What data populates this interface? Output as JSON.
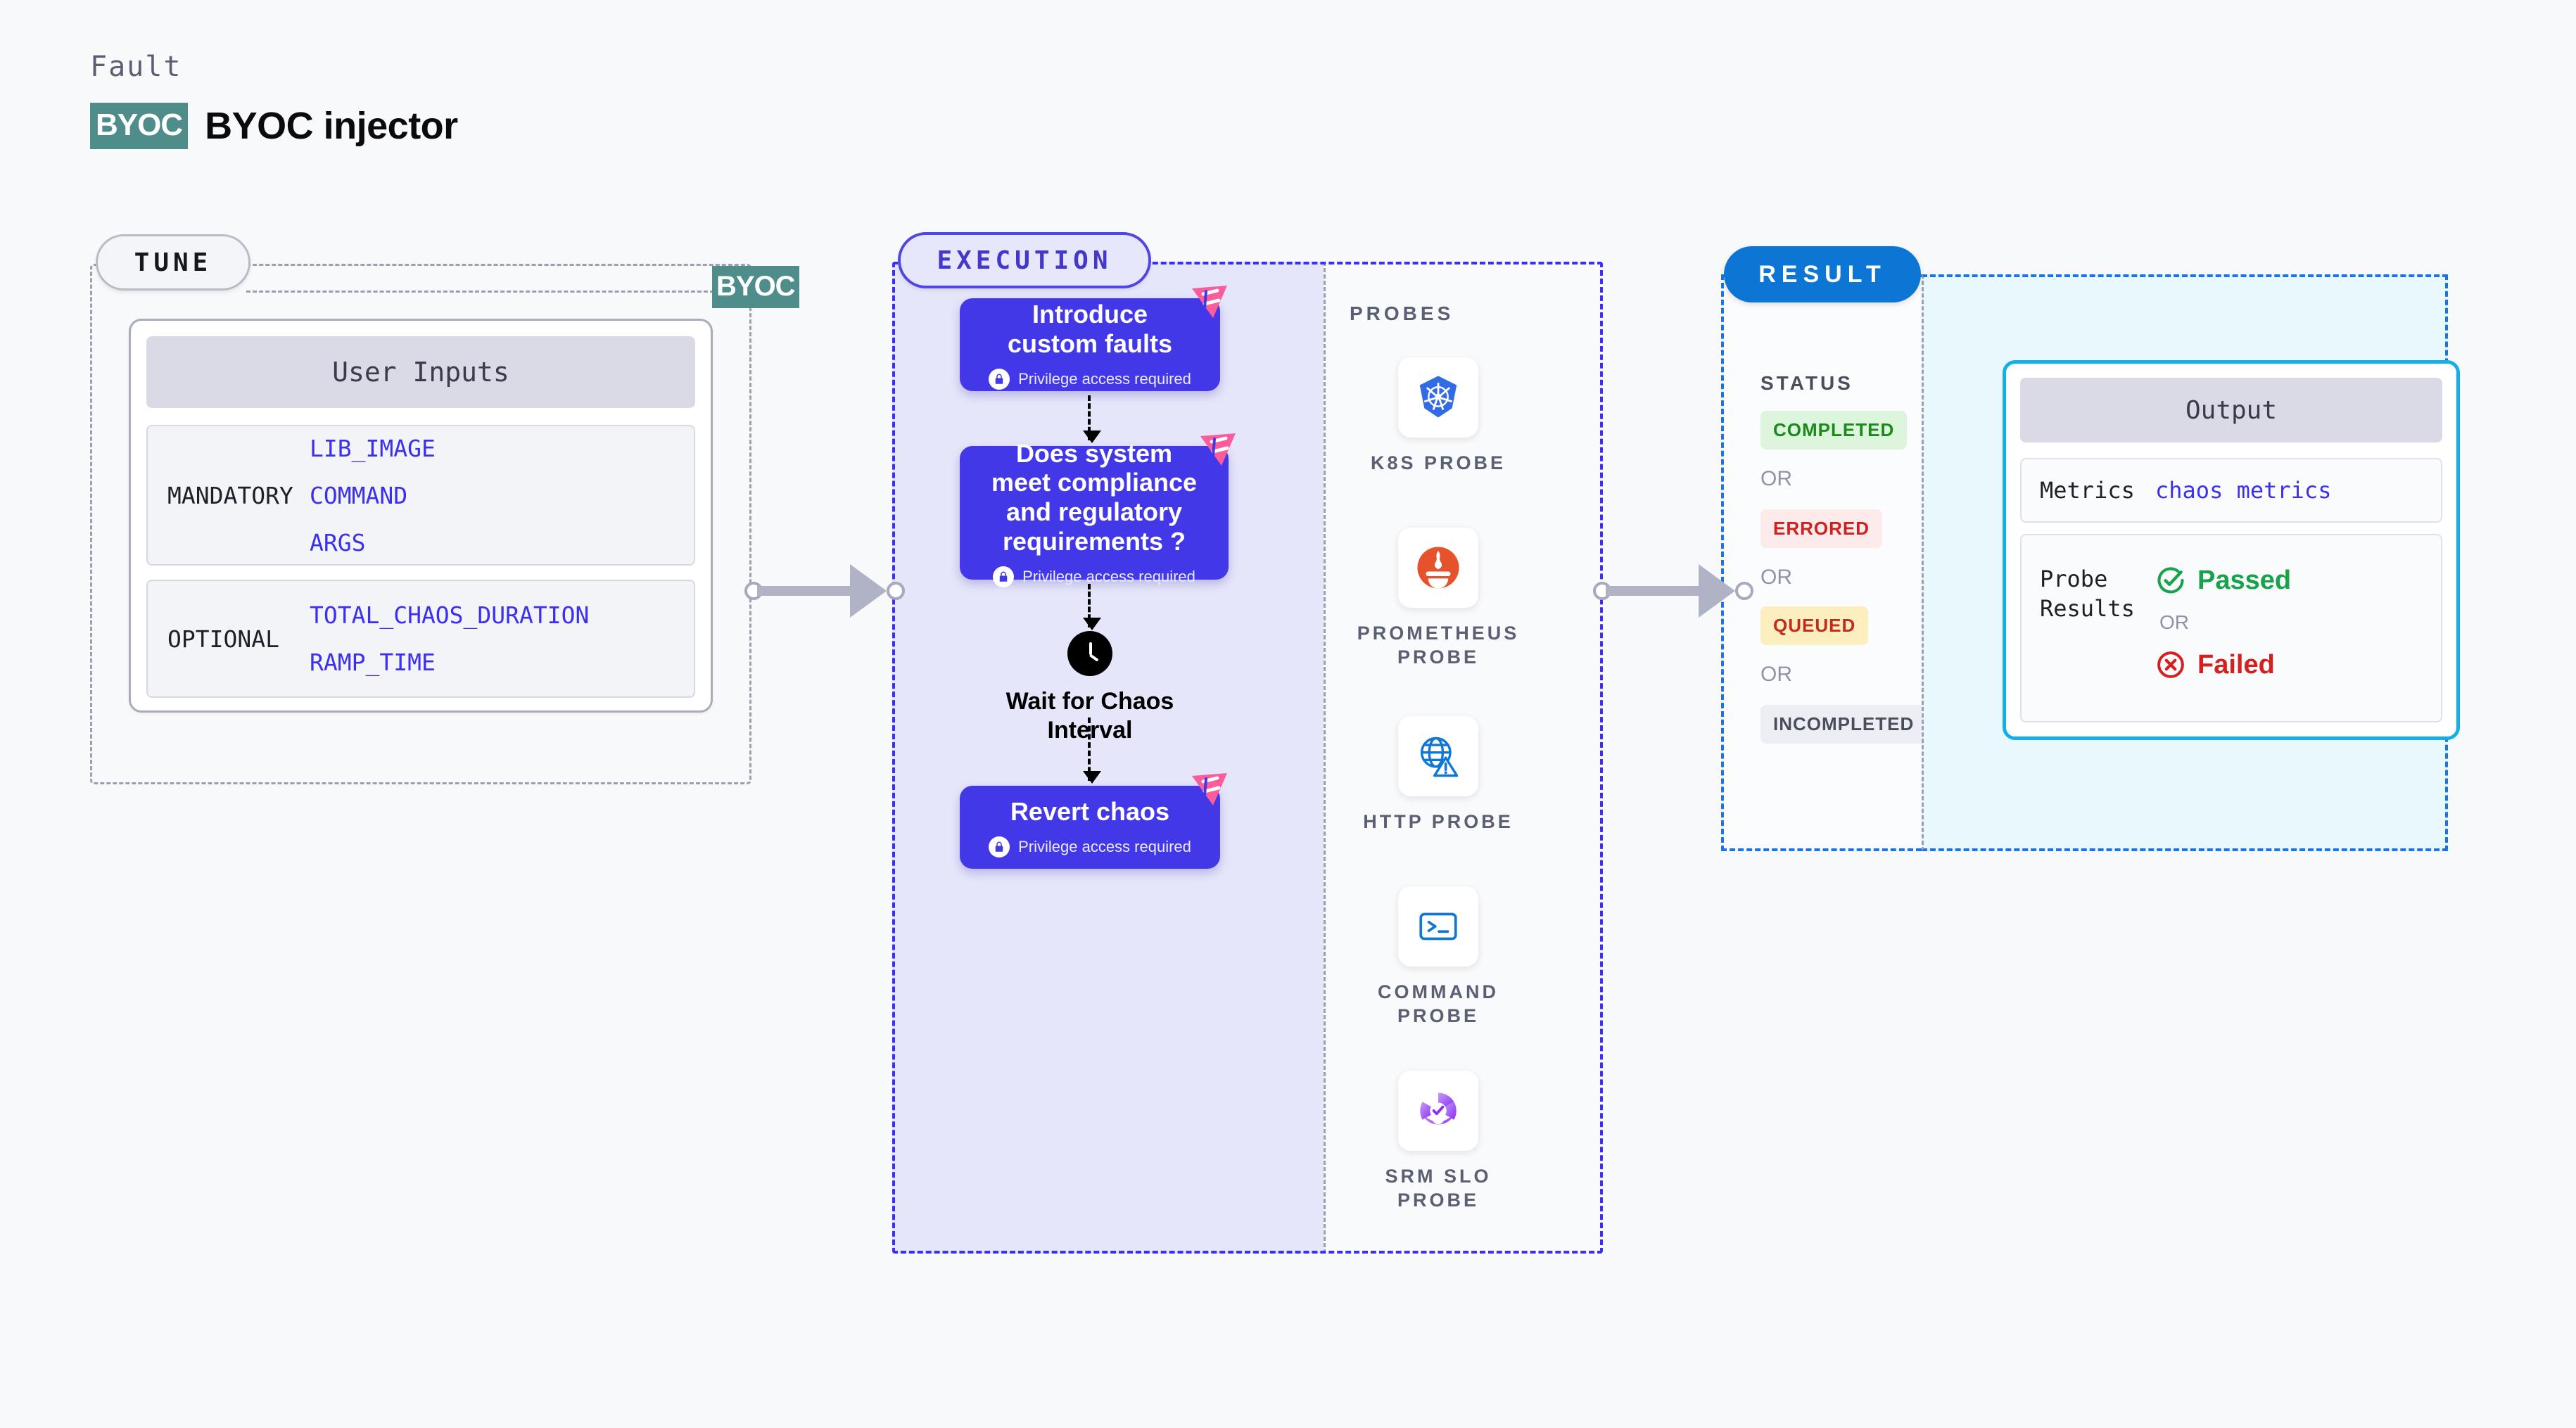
{
  "header": {
    "kicker": "Fault",
    "chip": "BYOC",
    "title": "BYOC injector"
  },
  "tune": {
    "badge": "TUNE",
    "byoc_chip": "BYOC",
    "card_header": "User Inputs",
    "groups": [
      {
        "label": "MANDATORY",
        "values": [
          "LIB_IMAGE",
          "COMMAND",
          "ARGS"
        ]
      },
      {
        "label": "OPTIONAL",
        "values": [
          "TOTAL_CHAOS_DURATION",
          "RAMP_TIME"
        ]
      }
    ]
  },
  "execution": {
    "badge": "EXECUTION",
    "privilege_note": "Privilege access required",
    "nodes": [
      {
        "title": "Introduce custom faults",
        "sub": "Privilege access required"
      },
      {
        "title": "Does system meet compliance and regulatory requirements ?",
        "sub": "Privilege access required"
      },
      {
        "title": "Revert chaos",
        "sub": "Privilege access required"
      }
    ],
    "wait_node": {
      "label": "Wait for Chaos Interval",
      "icon": "clock-icon"
    }
  },
  "probes": {
    "title": "PROBES",
    "items": [
      {
        "label": "K8S PROBE",
        "icon": "kubernetes-icon"
      },
      {
        "label": "PROMETHEUS PROBE",
        "icon": "prometheus-icon"
      },
      {
        "label": "HTTP PROBE",
        "icon": "http-globe-icon"
      },
      {
        "label": "COMMAND PROBE",
        "icon": "terminal-icon"
      },
      {
        "label": "SRM SLO PROBE",
        "icon": "srm-slo-icon"
      }
    ]
  },
  "result": {
    "badge": "RESULT",
    "status_title": "STATUS",
    "or_text": "OR",
    "statuses": [
      {
        "label": "COMPLETED",
        "color": "#1a8a1a",
        "bg": "#ddf5dd"
      },
      {
        "label": "ERRORED",
        "color": "#cf2020",
        "bg": "#fdeaea"
      },
      {
        "label": "QUEUED",
        "color": "#c42b1c",
        "bg": "#fdeec0"
      },
      {
        "label": "INCOMPLETED",
        "color": "#4a4d5c",
        "bg": "#eceef4"
      }
    ],
    "output": {
      "header": "Output",
      "metrics_label": "Metrics",
      "metrics_value": "chaos metrics",
      "probe_results_label": "Probe Results",
      "passed": "Passed",
      "failed": "Failed",
      "or_text": "OR"
    }
  },
  "colors": {
    "accent_purple": "#4338e8",
    "accent_blue": "#0d76d4",
    "harness_pink": "#fb5c9c",
    "byoc_teal": "#4e8d8a"
  }
}
